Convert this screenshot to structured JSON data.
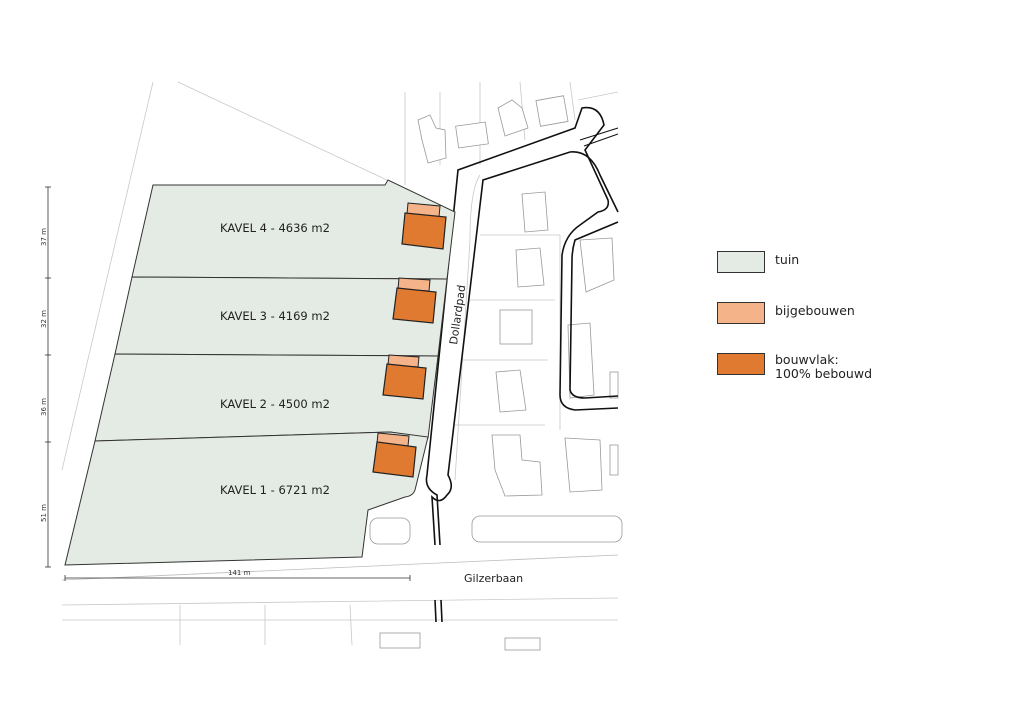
{
  "plots": [
    {
      "label": "KAVEL 4 - 4636 m2",
      "area_m2": 4636
    },
    {
      "label": "KAVEL 3 - 4169 m2",
      "area_m2": 4169
    },
    {
      "label": "KAVEL 2 - 4500 m2",
      "area_m2": 4500
    },
    {
      "label": "KAVEL 1 - 6721 m2",
      "area_m2": 6721
    }
  ],
  "dimensions": {
    "vertical": [
      "37 m",
      "32 m",
      "36 m",
      "51 m"
    ],
    "horizontal": "141 m"
  },
  "streets": {
    "dollardpad": "Dollardpad",
    "gilzerbaan": "Gilzerbaan"
  },
  "legend": [
    {
      "label": "tuin",
      "color": "#e4ebe4"
    },
    {
      "label": "bijgebouwen",
      "color": "#f5b38a"
    },
    {
      "label_line1": "bouwvlak:",
      "label_line2": "100% bebouwd",
      "color": "#e07a30"
    }
  ]
}
